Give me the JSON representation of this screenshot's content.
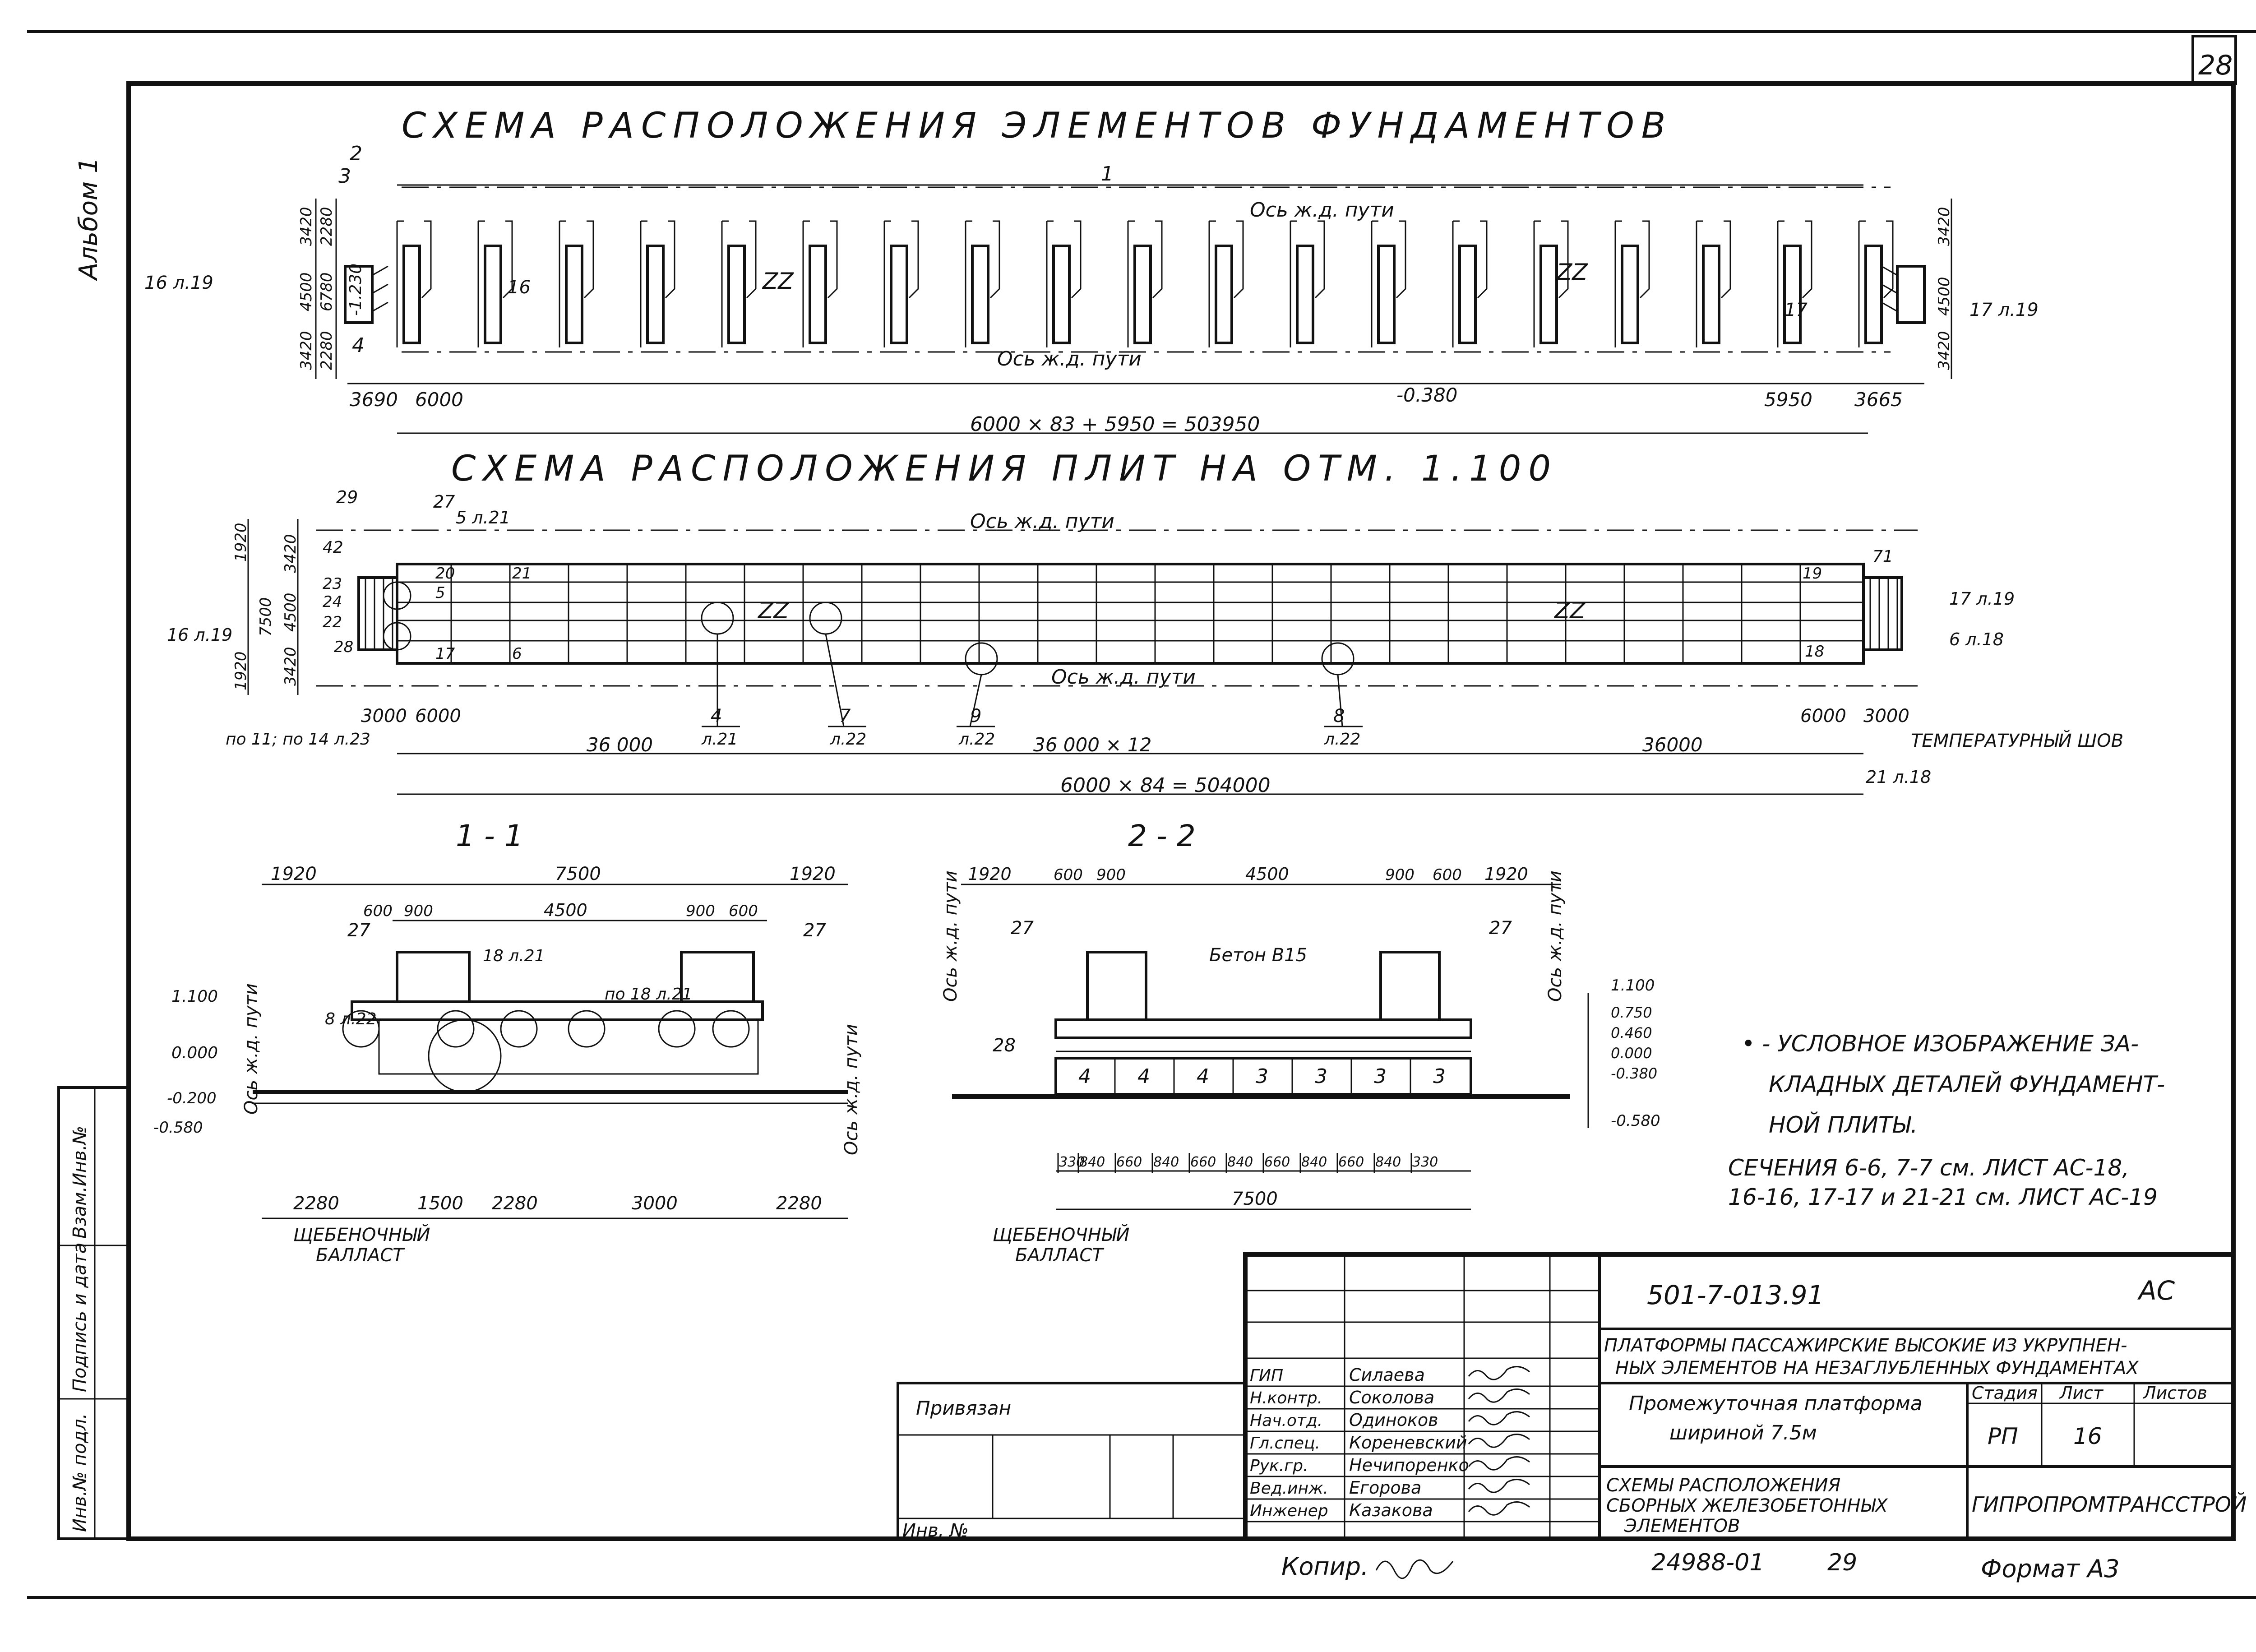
{
  "sheet_number": "28",
  "album_label": "Альбом 1",
  "side_stamp": [
    "Инв.№ подл.",
    "Подпись и дата",
    "Взам.Инв.№"
  ],
  "plan1": {
    "title": "СХЕМА РАСПОЛОЖЕНИЯ ЭЛЕМЕНТОВ ФУНДАМЕНТОВ",
    "axis_top": "Ось ж.д. пути",
    "axis_bottom": "Ось ж.д. пути",
    "total_dim": "6000 × 83 + 5950 = 503950",
    "dims": [
      "3690",
      "6000",
      "5950",
      "3665"
    ],
    "level": "-0.380",
    "level_left": "-1.230",
    "left_dims": [
      "3420",
      "4500",
      "3420",
      "2280",
      "6780",
      "2280"
    ],
    "right_dims": [
      "3420",
      "4500",
      "3420"
    ],
    "labels": [
      "1",
      "2",
      "3",
      "4",
      "16",
      "17"
    ],
    "refs": [
      "16 л.19",
      "17 л.19"
    ]
  },
  "plan2": {
    "title": "СХЕМА РАСПОЛОЖЕНИЯ ПЛИТ НА ОТМ. 1.100",
    "axis_top": "Ось ж.д. пути",
    "axis_bottom": "Ось ж.д. пути",
    "total_dim": "6000 × 84 = 504000",
    "dims": [
      "3000",
      "6000",
      "36 000",
      "36 000 × 12",
      "36000",
      "6000",
      "3000"
    ],
    "left_dims": [
      "1920",
      "3420",
      "4500",
      "3420",
      "1920",
      "7500"
    ],
    "temp_joint": "ТЕМПЕРАТУРНЫЙ ШОВ",
    "refs_left": [
      "16 л.19",
      "по 11; по 14 л.23",
      "5 л.21"
    ],
    "refs_right": [
      "17 л.19",
      "6 л.18",
      "21 л.18"
    ],
    "callouts": [
      {
        "num": "4",
        "sheet": "л.21"
      },
      {
        "num": "7",
        "sheet": "л.22"
      },
      {
        "num": "9",
        "sheet": "л.22"
      },
      {
        "num": "8",
        "sheet": "л.22"
      }
    ],
    "labels": [
      "29",
      "27",
      "42",
      "23",
      "24",
      "22",
      "28",
      "20",
      "21",
      "5",
      "17",
      "6",
      "19",
      "18",
      "71"
    ]
  },
  "section11": {
    "title": "1 - 1",
    "top_dims": [
      "1920",
      "7500",
      "1920"
    ],
    "sub_dims": [
      "600",
      "900",
      "4500",
      "900",
      "600"
    ],
    "bottom_dims": [
      "2280",
      "1500",
      "2280",
      "3000",
      "2280"
    ],
    "levels": [
      "1.100",
      "0.000",
      "-0.200",
      "-0.580"
    ],
    "axis": "Ось ж.д. пути",
    "ballast": [
      "ЩЕБЕНОЧНЫЙ",
      "БАЛЛАСТ"
    ],
    "labels": [
      "27",
      "18 л.21",
      "по 18 л.21",
      "8 л.22"
    ]
  },
  "section22": {
    "title": "2 - 2",
    "top_dims": [
      "1920",
      "600",
      "900",
      "4500",
      "900",
      "600",
      "1920"
    ],
    "concrete": "Бетон В15",
    "bottom_dims": [
      "330",
      "840",
      "660",
      "840",
      "660",
      "840",
      "660",
      "840",
      "660",
      "840",
      "330"
    ],
    "total": "7500",
    "levels": [
      "1.100",
      "0.750",
      "0.460",
      "0.000",
      "-0.380",
      "-0.580"
    ],
    "blocks": [
      "4",
      "4",
      "4",
      "3",
      "3",
      "3",
      "3"
    ],
    "axis": "Ось ж.д. пути",
    "ballast": [
      "ЩЕБЕНОЧНЫЙ",
      "БАЛЛАСТ"
    ],
    "labels": [
      "27",
      "28"
    ]
  },
  "notes": {
    "legend": [
      "• - УСЛОВНОЕ ИЗОБРАЖЕНИЕ ЗА-",
      "КЛАДНЫХ ДЕТАЛЕЙ ФУНДАМЕНТ-",
      "НОЙ ПЛИТЫ."
    ],
    "sections": [
      "СЕЧЕНИЯ 6-6, 7-7 см. ЛИСТ АС-18,",
      "16-16, 17-17 и 21-21 см. ЛИСТ АС-19"
    ]
  },
  "title_block": {
    "doc_code": "501-7-013.91",
    "mark": "АС",
    "project": [
      "ПЛАТФОРМЫ ПАССАЖИРСКИЕ ВЫСОКИЕ ИЗ УКРУПНЕН-",
      "НЫХ ЭЛЕМЕНТОВ НА НЕЗАГЛУБЛЕННЫХ ФУНДАМЕНТАХ"
    ],
    "object": [
      "Промежуточная платформа",
      "шириной 7.5м"
    ],
    "drawing": [
      "СХЕМЫ РАСПОЛОЖЕНИЯ",
      "СБОРНЫХ ЖЕЛЕЗОБЕТОННЫХ",
      "ЭЛЕМЕНТОВ"
    ],
    "stage_label": "Стадия",
    "sheet_label": "Лист",
    "sheets_label": "Листов",
    "stage": "РП",
    "sheet": "16",
    "org": "ГИПРОПРОМТРАНССТРОЙ",
    "bound": "Привязан",
    "inv": "Инв. №",
    "roles": [
      {
        "role": "ГИП",
        "name": "Силаева"
      },
      {
        "role": "Н.контр.",
        "name": "Соколова"
      },
      {
        "role": "Нач.отд.",
        "name": "Одиноков"
      },
      {
        "role": "Гл.спец.",
        "name": "Кореневский"
      },
      {
        "role": "Рук.гр.",
        "name": "Нечипоренко"
      },
      {
        "role": "Вед.инж.",
        "name": "Егорова"
      },
      {
        "role": "Инженер",
        "name": "Казакова"
      }
    ],
    "copied": "Копир.",
    "archive": "24988-01",
    "archive_page": "29",
    "format": "Формат А3"
  }
}
